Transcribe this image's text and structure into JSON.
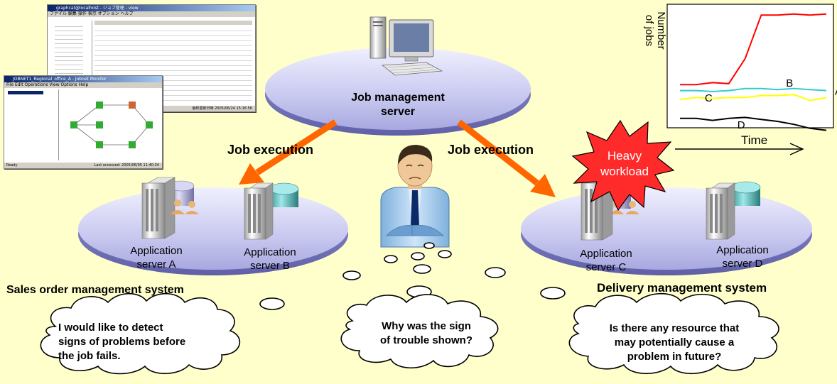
{
  "server_label": "Job management\nserver",
  "arrows": {
    "left_label": "Job execution",
    "right_label": "Job execution"
  },
  "left_system": {
    "name": "Sales order management system",
    "servers": [
      "Application\nserver A",
      "Application\nserver B"
    ]
  },
  "right_system": {
    "name": "Delivery management system",
    "servers": [
      "Application\nserver C",
      "Application\nserver D"
    ]
  },
  "alert": {
    "text": "Heavy\nworkload"
  },
  "bubbles": {
    "left": "I would like to detect\nsigns of problems before\nthe job fails.",
    "center": "Why was the sign\nof trouble shown?",
    "right": "Is there any resource that\nmay potentially cause a\nproblem in future?"
  },
  "chart_data": {
    "type": "line",
    "ylabel": "Number\nof jobs",
    "xlabel": "Time",
    "series": [
      {
        "name": "C",
        "color": "#ff0000",
        "values": [
          0.22,
          0.22,
          0.24,
          0.23,
          0.48,
          0.92,
          0.92,
          0.93,
          0.92,
          0.93
        ]
      },
      {
        "name": "B",
        "color": "#33cccc",
        "values": [
          0.16,
          0.16,
          0.15,
          0.16,
          0.18,
          0.18,
          0.17,
          0.18,
          0.17,
          0.16
        ]
      },
      {
        "name": "A",
        "color": "#ffff00",
        "values": [
          0.07,
          0.09,
          0.08,
          0.09,
          0.09,
          0.11,
          0.11,
          0.12,
          0.06,
          0.09
        ]
      },
      {
        "name": "D",
        "color": "#000000",
        "values": [
          -0.12,
          -0.12,
          -0.14,
          -0.12,
          -0.11,
          -0.13,
          -0.15,
          -0.18,
          -0.22,
          -0.24
        ]
      }
    ]
  },
  "screenshots": {
    "window1": {
      "title": "graphcat@localhost - ジョブ管理 - view",
      "menu": "ファイル  編集  操作  表示  オプション  ヘルプ",
      "status": "最終更新日時 2005/06/24 15:16:56"
    },
    "window2": {
      "title": "JOBNET1_Regional_office_A - Jobnet Monitor",
      "menu": "File  Edit  Operations  View  Options  Help",
      "status_left": "Ready",
      "status_right": "Last accessed: 2005/06/05 11:40:34"
    }
  }
}
